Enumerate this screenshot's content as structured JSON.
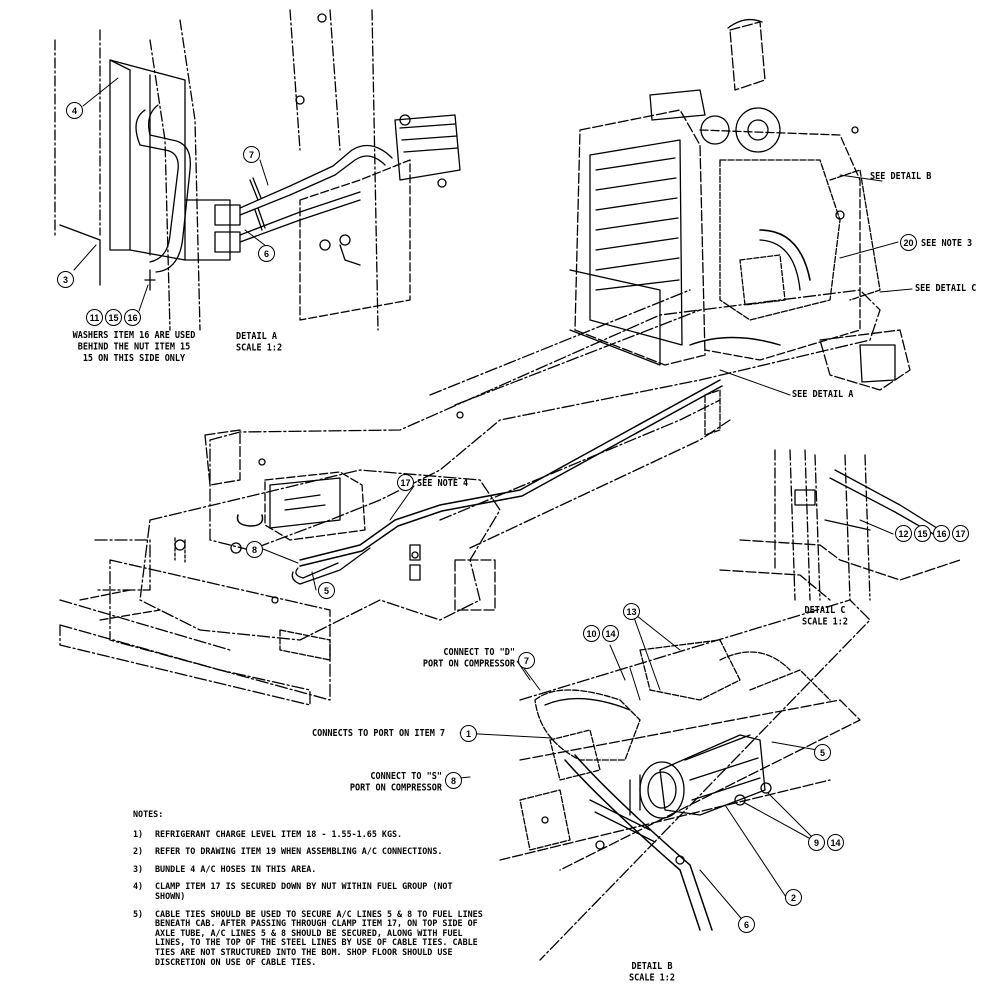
{
  "callouts": {
    "c_4": "4",
    "c_3": "3",
    "c_11": "11",
    "c_15a": "15",
    "c_16a": "16",
    "c_7a": "7",
    "c_6a": "6",
    "c_20": "20",
    "c_17a": "17",
    "c_8a": "8",
    "c_5a": "5",
    "c_12": "12",
    "c_15b": "15",
    "c_16b": "16",
    "c_17b": "17",
    "c_10": "10",
    "c_14a": "14",
    "c_13": "13",
    "c_7b": "7",
    "c_1": "1",
    "c_8b": "8",
    "c_5b": "5",
    "c_9": "9",
    "c_14b": "14",
    "c_2": "2",
    "c_6b": "6"
  },
  "labels": {
    "washers_note": [
      "WASHERS ITEM 16 ARE USED",
      "BEHIND THE NUT ITEM 15",
      "15 ON THIS SIDE ONLY"
    ],
    "detail_a": [
      "DETAIL  A",
      "SCALE  1:2"
    ],
    "see_detail_b": "SEE DETAIL  B",
    "see_note_3": "SEE NOTE 3",
    "see_detail_c": "SEE DETAIL  C",
    "see_detail_a": "SEE DETAIL  A",
    "see_note_4": "SEE NOTE 4",
    "detail_c": [
      "DETAIL  C",
      "SCALE  1:2"
    ],
    "connect_d": [
      "CONNECT TO \"D\"",
      "PORT ON COMPRESSOR"
    ],
    "connects_item7": "CONNECTS TO PORT ON ITEM 7",
    "connect_s": [
      "CONNECT TO \"S\"",
      "PORT ON COMPRESSOR"
    ],
    "detail_b": [
      "DETAIL  B",
      "SCALE  1:2"
    ]
  },
  "notes": {
    "title": "NOTES:",
    "items": [
      {
        "num": "1)",
        "text": "REFRIGERANT CHARGE LEVEL ITEM 18 - 1.55-1.65 KGS."
      },
      {
        "num": "2)",
        "text": "REFER TO DRAWING ITEM 19 WHEN ASSEMBLING A/C CONNECTIONS."
      },
      {
        "num": "3)",
        "text": "BUNDLE 4 A/C HOSES IN THIS AREA."
      },
      {
        "num": "4)",
        "text": "CLAMP ITEM 17 IS SECURED DOWN BY NUT WITHIN FUEL GROUP (NOT SHOWN)"
      },
      {
        "num": "5)",
        "text": "CABLE TIES SHOULD BE USED TO SECURE A/C LINES 5 & 8 TO FUEL LINES BENEATH CAB. AFTER PASSING THROUGH CLAMP ITEM 17, ON TOP SIDE OF AXLE TUBE, A/C LINES 5 & 8 SHOULD BE SECURED, ALONG WITH FUEL LINES, TO THE TOP OF THE STEEL LINES BY USE OF CABLE TIES.  CABLE TIES ARE NOT STRUCTURED INTO THE BOM. SHOP FLOOR SHOULD USE DISCRETION ON USE OF CABLE TIES."
      }
    ]
  }
}
